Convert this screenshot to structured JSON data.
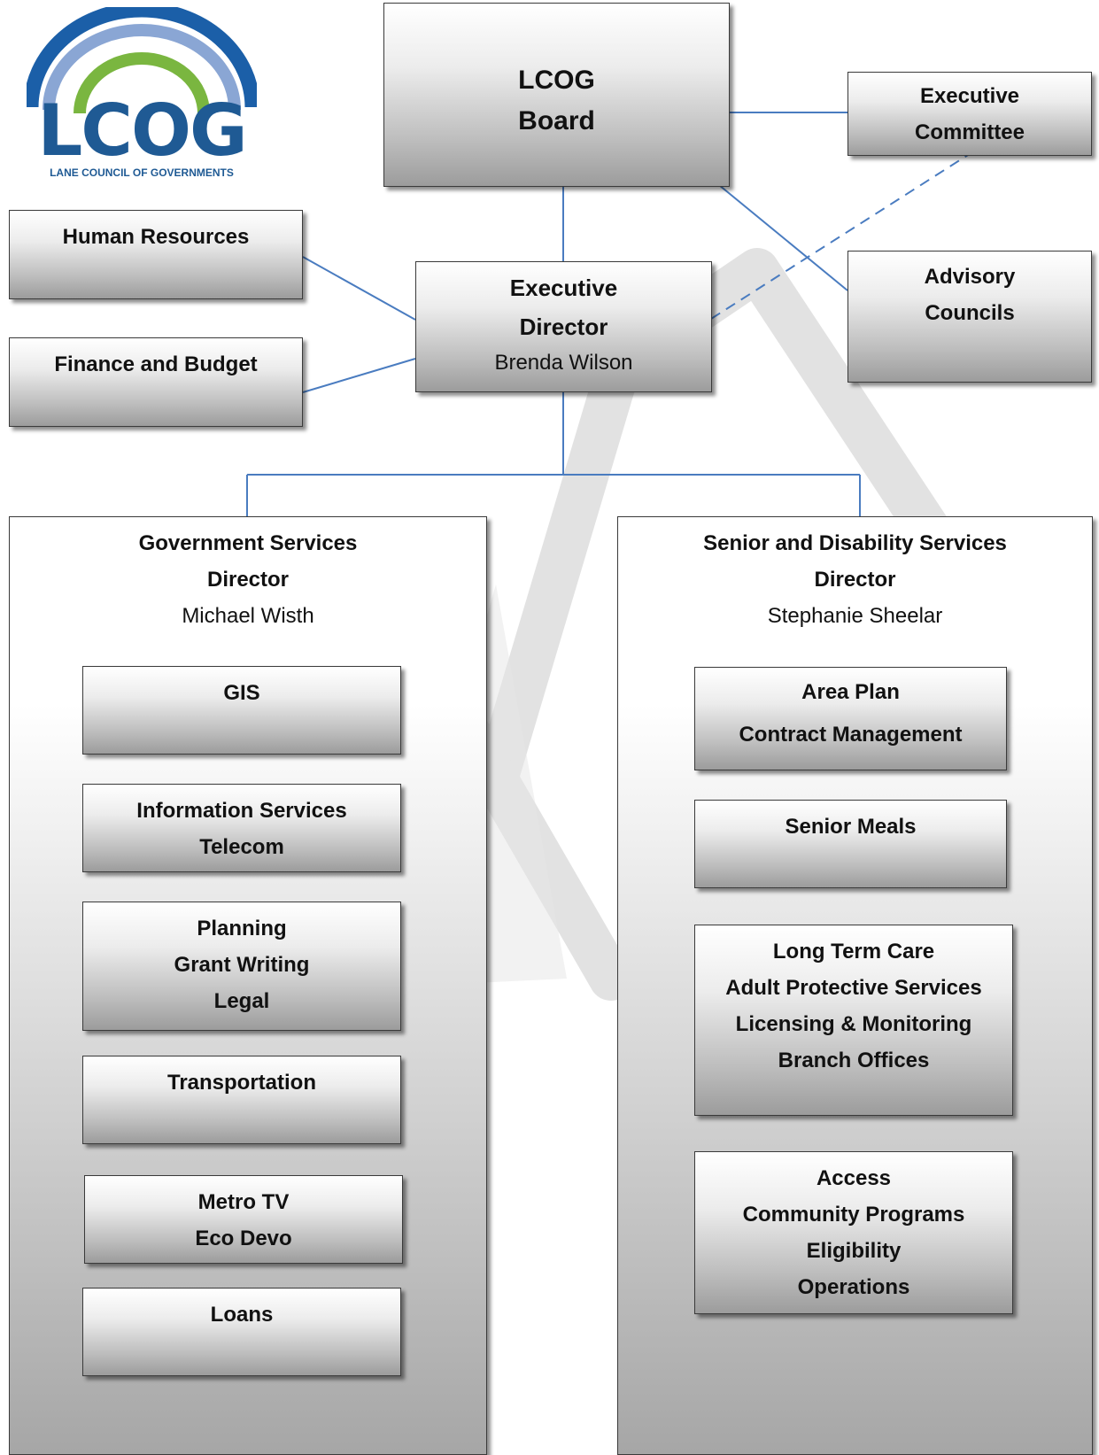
{
  "logo": {
    "letters": "LCOG",
    "tagline": "LANE COUNCIL OF GOVERNMENTS",
    "colors": {
      "arc_outer": "#1b5fa8",
      "arc_mid": "#8aa6d4",
      "arc_inner": "#7ab640",
      "text": "#1f5a94"
    }
  },
  "board": {
    "line1": "LCOG",
    "line2": "Board"
  },
  "executive_committee": {
    "line1": "Executive",
    "line2": "Committee"
  },
  "advisory_councils": {
    "line1": "Advisory",
    "line2": "Councils"
  },
  "human_resources": {
    "label": "Human Resources"
  },
  "finance_budget": {
    "label": "Finance and Budget"
  },
  "executive_director": {
    "line1": "Executive",
    "line2": "Director",
    "name": "Brenda Wilson"
  },
  "government_services": {
    "title": "Government Services",
    "role": "Director",
    "name": "Michael Wisth",
    "units": [
      {
        "lines": [
          "GIS"
        ]
      },
      {
        "lines": [
          "Information Services",
          "Telecom"
        ]
      },
      {
        "lines": [
          "Planning",
          "Grant Writing",
          "Legal"
        ]
      },
      {
        "lines": [
          "Transportation"
        ]
      },
      {
        "lines": [
          "Metro TV",
          "Eco Devo"
        ]
      },
      {
        "lines": [
          "Loans"
        ]
      }
    ]
  },
  "senior_disability_services": {
    "title": "Senior and Disability Services",
    "role": "Director",
    "name": "Stephanie Sheelar",
    "units": [
      {
        "lines": [
          "Area Plan",
          "Contract Management"
        ]
      },
      {
        "lines": [
          "Senior Meals"
        ]
      },
      {
        "lines": [
          "Long Term Care",
          "Adult Protective Services",
          "Licensing & Monitoring",
          "Branch Offices"
        ]
      },
      {
        "lines": [
          "Access",
          "Community Programs",
          "Eligibility",
          "Operations"
        ]
      }
    ]
  },
  "colors": {
    "connector": "#4a7cc0",
    "watermark": "#e0e0e0"
  }
}
